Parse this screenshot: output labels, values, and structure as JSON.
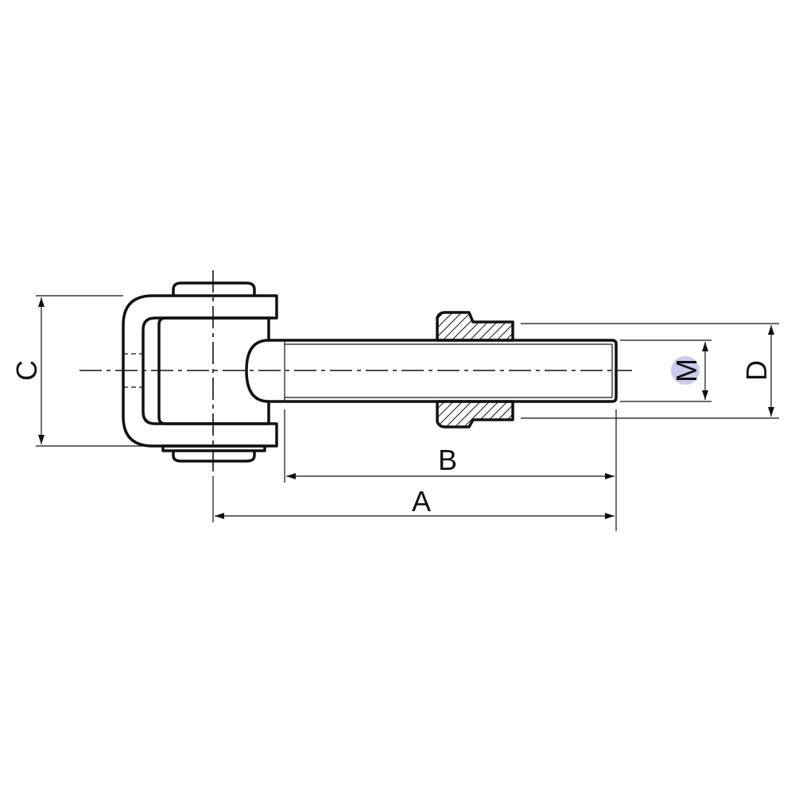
{
  "labels": {
    "a": "A",
    "b": "B",
    "c": "C",
    "d": "D",
    "m": "M"
  },
  "colors": {
    "line": "#111111",
    "highlight": "#c8ccee"
  }
}
